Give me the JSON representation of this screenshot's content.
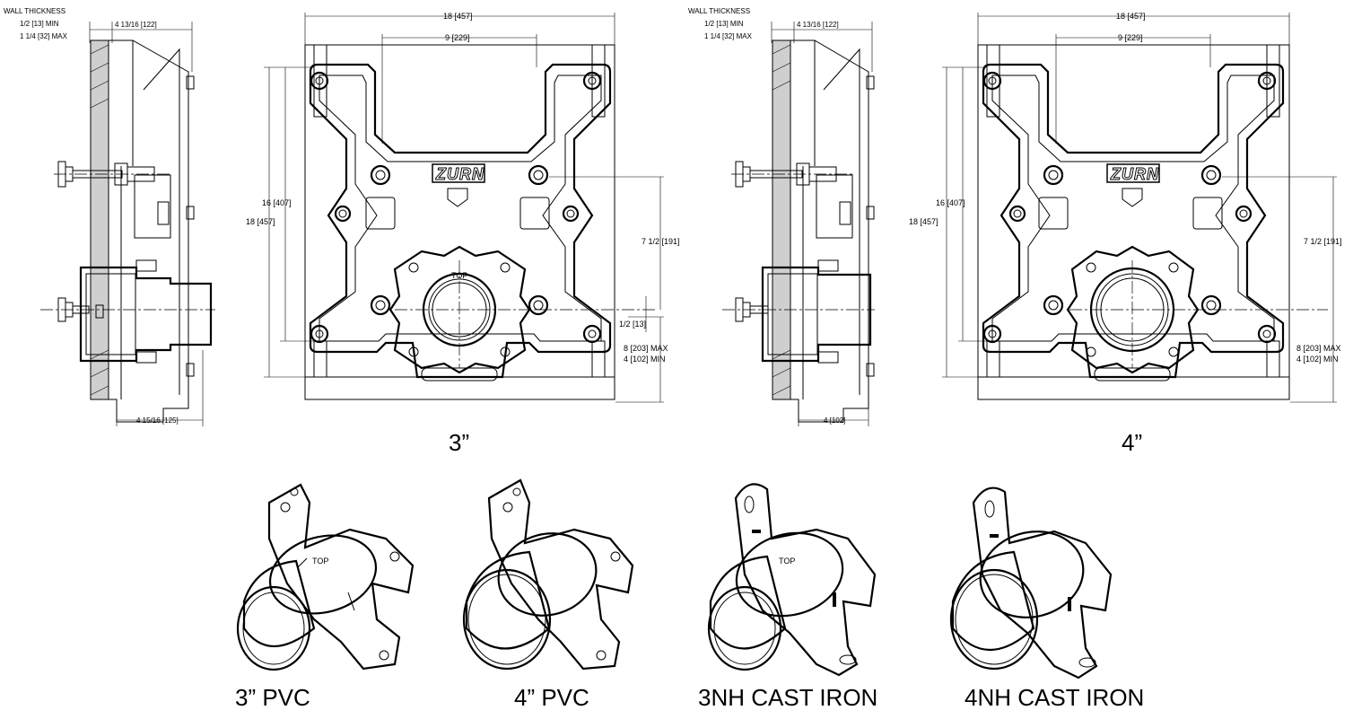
{
  "views": [
    {
      "id": "3in",
      "wall_thickness": {
        "title": "WALL THICKNESS",
        "min": "1/2 [13] MIN",
        "max": "1 1/4 [32] MAX"
      },
      "side_depth_top": "4 13/16 [122]",
      "side_depth_bottom": "4 15/16 [125]",
      "overall_width": "18 [457]",
      "hole_spacing": "9 [229]",
      "overall_height": "18 [457]",
      "hole_height": "16 [407]",
      "outlet_height": "7 1/2 [191]",
      "outlet_offset": "1/2 [13]",
      "adjust_range": {
        "max": "8 [203] MAX",
        "min": "4 [102] MIN"
      },
      "logo": "ZURN",
      "caption": "3”"
    },
    {
      "id": "4in",
      "wall_thickness": {
        "title": "WALL THICKNESS",
        "min": "1/2 [13] MIN",
        "max": "1 1/4 [32] MAX"
      },
      "side_depth_top": "4 13/16 [122]",
      "side_depth_bottom": "4 [102]",
      "overall_width": "18 [457]",
      "hole_spacing": "9 [229]",
      "overall_height": "18 [457]",
      "hole_height": "16 [407]",
      "outlet_height": "7 1/2 [191]",
      "adjust_range": {
        "max": "8 [203] MAX",
        "min": "4 [102] MIN"
      },
      "logo": "ZURN",
      "caption": "4”"
    }
  ],
  "flange_marking": "TOP",
  "outlets": [
    {
      "label": "3” PVC"
    },
    {
      "label": "4” PVC"
    },
    {
      "label": "3NH CAST IRON"
    },
    {
      "label": "4NH CAST IRON"
    }
  ]
}
